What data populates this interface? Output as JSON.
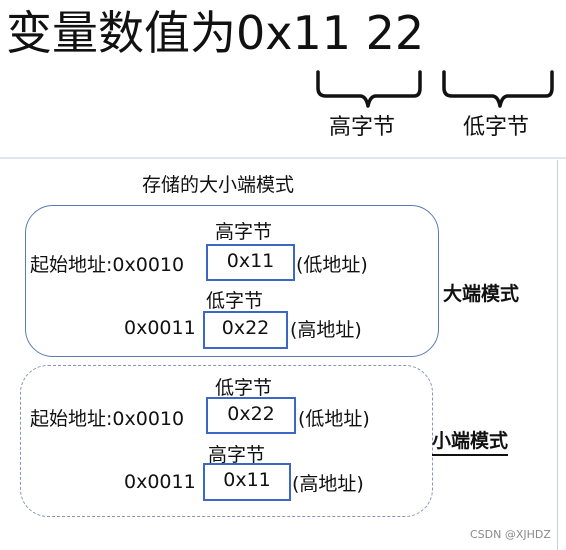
{
  "header": {
    "headline": "变量数值为0x11  22",
    "brace_high_label": "高字节",
    "brace_low_label": "低字节"
  },
  "diagram": {
    "title": "存储的大小端模式",
    "big_endian": {
      "mode_label": "大端模式",
      "row1": {
        "top_label": "高字节",
        "address": "起始地址:0x0010",
        "value": "0x11",
        "note": "(低地址)"
      },
      "row2": {
        "top_label": "低字节",
        "address": "0x0011",
        "value": "0x22",
        "note": "(高地址)"
      }
    },
    "little_endian": {
      "mode_label": "小端模式",
      "row1": {
        "top_label": "低字节",
        "address": "起始地址:0x0010",
        "value": "0x22",
        "note": "(低地址)"
      },
      "row2": {
        "top_label": "高字节",
        "address": "0x0011",
        "value": "0x11",
        "note": "(高地址)"
      }
    }
  },
  "watermark": "CSDN @XJHDZ",
  "colors": {
    "cell_border": "#3c67c4",
    "big_box_border": "#5a7bb8",
    "little_box_border": "#8a93b8"
  }
}
